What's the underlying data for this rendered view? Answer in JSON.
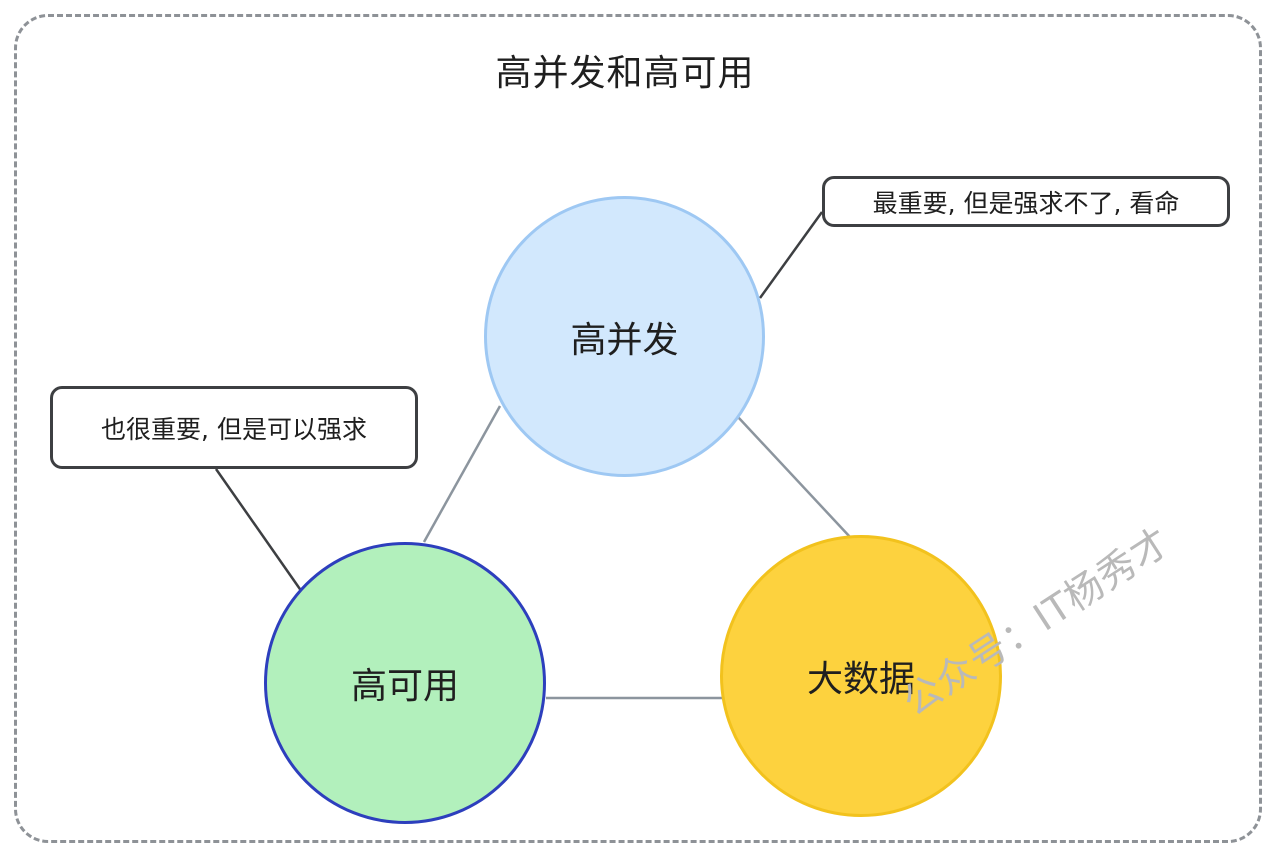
{
  "title": "高并发和高可用",
  "nodes": {
    "concurrency": "高并发",
    "availability": "高可用",
    "bigdata": "大数据"
  },
  "notes": {
    "top": "最重要, 但是强求不了, 看命",
    "left": "也很重要, 但是可以强求"
  },
  "watermark": "公众号：IT杨秀才",
  "colors": {
    "concurrency_fill": "#d2e8fd",
    "concurrency_border": "#9ec8f3",
    "availability_fill": "#b2f0bc",
    "availability_border": "#2d3fbd",
    "bigdata_fill": "#fdd23e",
    "bigdata_border": "#f2c21d",
    "link": "#8c959e",
    "note_border": "#3d3f42"
  }
}
